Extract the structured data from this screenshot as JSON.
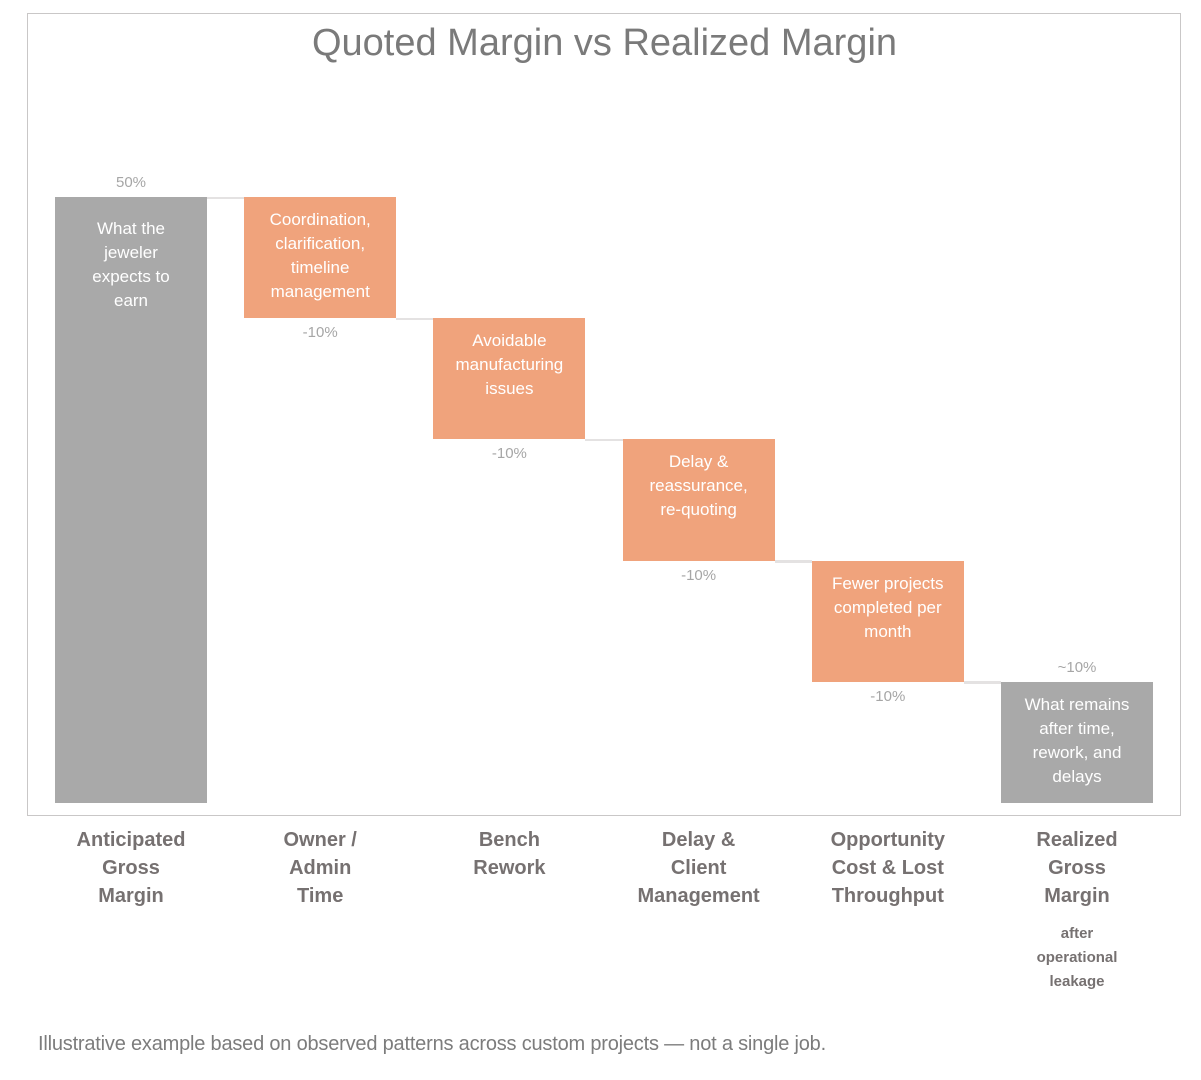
{
  "chart_data": {
    "type": "waterfall",
    "title": "Quoted Margin vs Realized Margin",
    "footnote": "Illustrative example based on observed patterns across custom projects — not a single job.",
    "unit": "%",
    "ylim": [
      0,
      50
    ],
    "grid": false,
    "legend": false,
    "colors": {
      "total": "#a9a9a9",
      "decrease": "#f0a37c",
      "connector": "#e4e2e2",
      "frame_border": "#c9c7c7",
      "title_text": "#7a7a7a",
      "axis_text": "#767171",
      "value_text": "#a6a6a6",
      "bar_text": "#ffffff"
    },
    "bars": [
      {
        "id": "anticipated-gross-margin",
        "category": "Anticipated\nGross\nMargin",
        "sub_label": "",
        "bar_text": "What the\njeweler\nexpects to\nearn",
        "value_label": "50%",
        "label_position": "above",
        "role": "total",
        "start": 0,
        "end": 50
      },
      {
        "id": "owner-admin-time",
        "category": "Owner /\nAdmin\nTime",
        "sub_label": "",
        "bar_text": "Coordination,\nclarification,\ntimeline\nmanagement",
        "value_label": "-10%",
        "label_position": "below",
        "role": "decrease",
        "start": 50,
        "end": 40
      },
      {
        "id": "bench-rework",
        "category": "Bench\nRework",
        "sub_label": "",
        "bar_text": "Avoidable\nmanufacturing\nissues",
        "value_label": "-10%",
        "label_position": "below",
        "role": "decrease",
        "start": 40,
        "end": 30
      },
      {
        "id": "delay-client-management",
        "category": "Delay &\nClient\nManagement",
        "sub_label": "",
        "bar_text": "Delay &\nreassurance,\nre-quoting",
        "value_label": "-10%",
        "label_position": "below",
        "role": "decrease",
        "start": 30,
        "end": 20
      },
      {
        "id": "opportunity-cost-lost-throughput",
        "category": "Opportunity\nCost & Lost\nThroughput",
        "sub_label": "",
        "bar_text": "Fewer projects\ncompleted per\nmonth",
        "value_label": "-10%",
        "label_position": "below",
        "role": "decrease",
        "start": 20,
        "end": 10
      },
      {
        "id": "realized-gross-margin",
        "category": "Realized\nGross\nMargin",
        "sub_label": "after\noperational\nleakage",
        "bar_text": "What remains\nafter time,\nrework, and\ndelays",
        "value_label": "~10%",
        "label_position": "above",
        "role": "total",
        "start": 0,
        "end": 10
      }
    ]
  }
}
